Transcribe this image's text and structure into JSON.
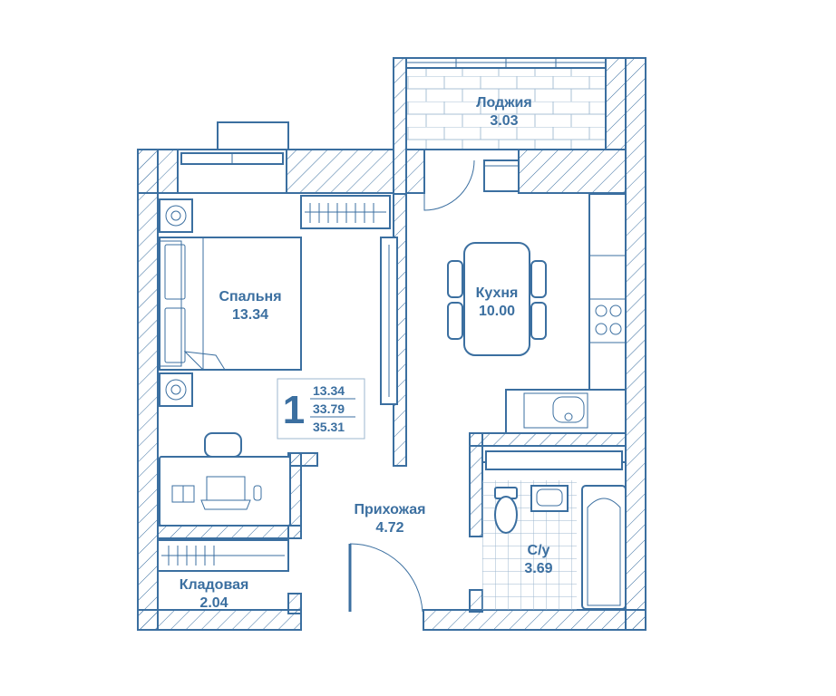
{
  "plan": {
    "rooms": {
      "loggia": {
        "name": "Лоджия",
        "area": "3.03"
      },
      "bedroom": {
        "name": "Спальня",
        "area": "13.34"
      },
      "kitchen": {
        "name": "Кухня",
        "area": "10.00"
      },
      "hallway": {
        "name": "Прихожая",
        "area": "4.72"
      },
      "bathroom": {
        "name": "С/у",
        "area": "3.69"
      },
      "storage": {
        "name": "Кладовая",
        "area": "2.04"
      }
    },
    "summary": {
      "rooms_count": "1",
      "living_area": "13.34",
      "total_area": "33.79",
      "total_area_with_loggia": "35.31"
    }
  },
  "colors": {
    "line": "#3b6fa0",
    "background": "#ffffff"
  }
}
